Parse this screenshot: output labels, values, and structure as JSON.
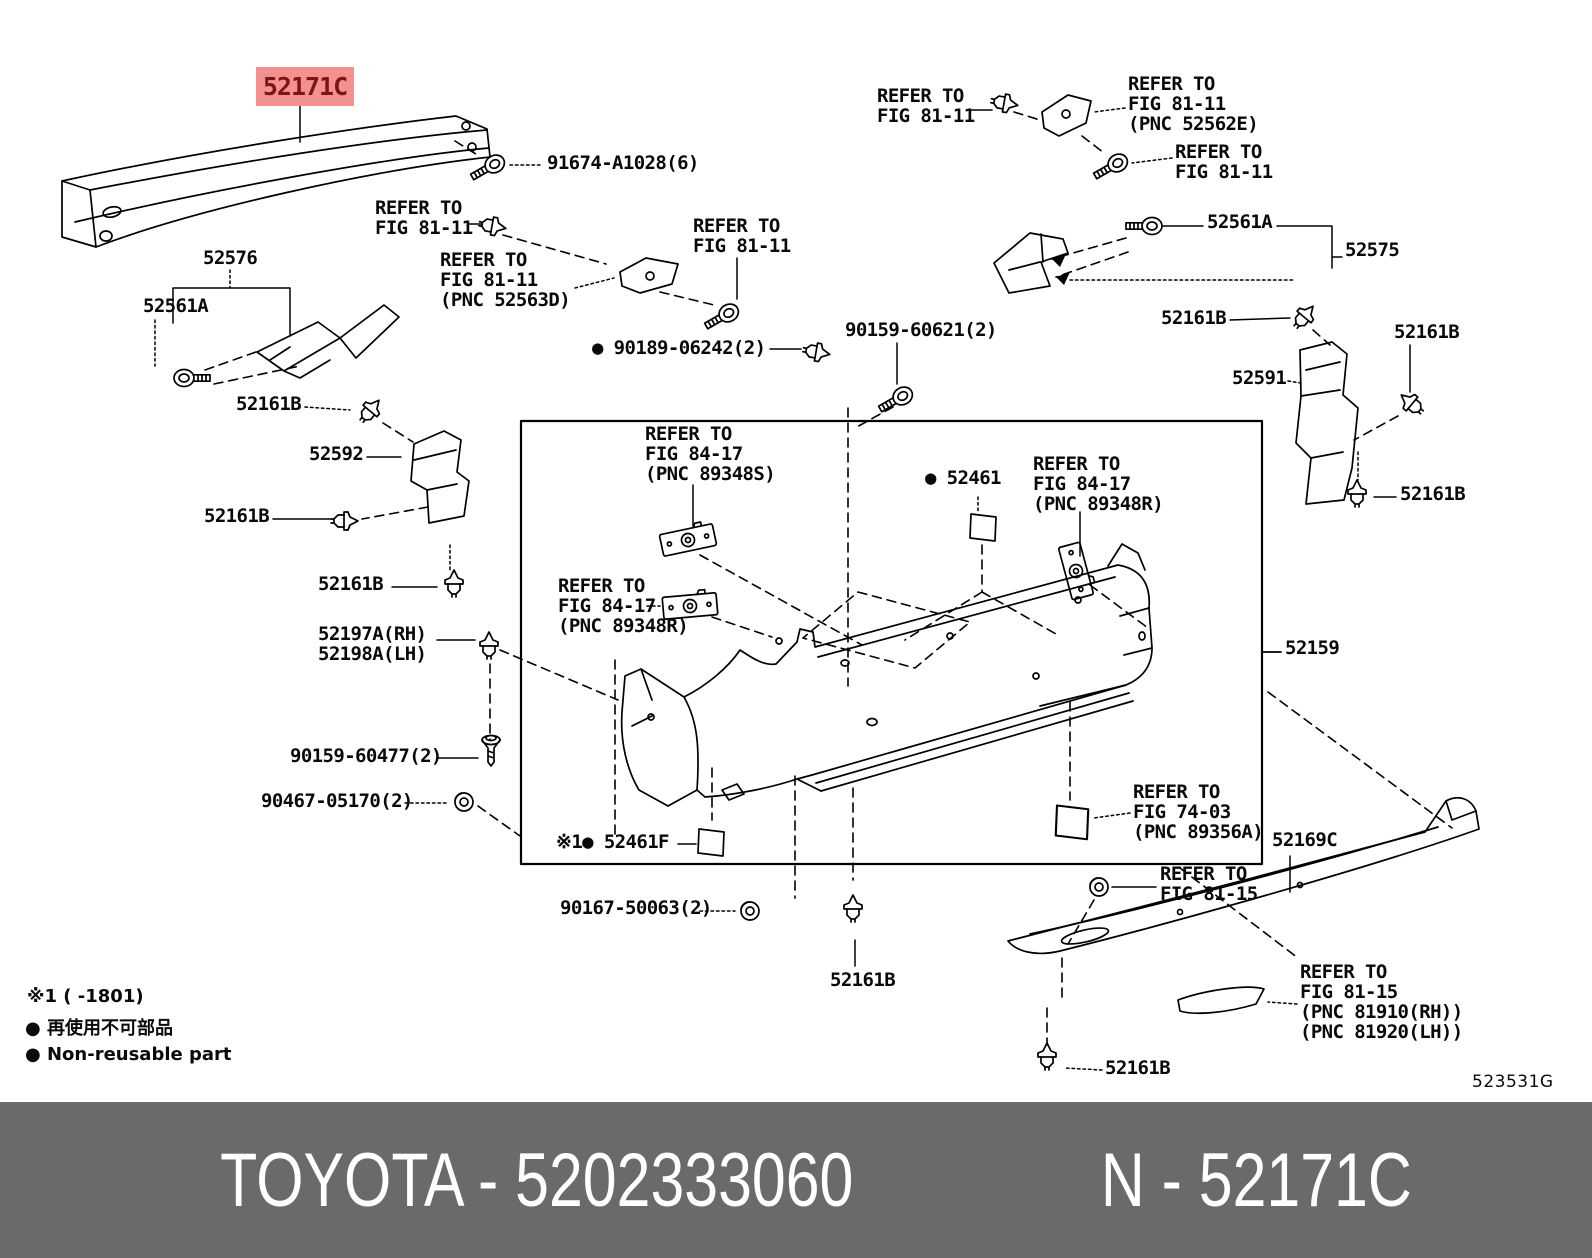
{
  "highlight": {
    "text": "52171C"
  },
  "labels": [
    {
      "id": "label-91674",
      "t": "91674-A1028(6)"
    },
    {
      "id": "refer-8111-a",
      "t": "REFER TO\nFIG 81-11"
    },
    {
      "id": "refer-8111-b",
      "t": "REFER TO\nFIG 81-11\n(PNC 52563D)"
    },
    {
      "id": "refer-8111-c",
      "t": "REFER TO\nFIG 81-11"
    },
    {
      "id": "refer-8111-d",
      "t": "REFER TO\nFIG 81-11"
    },
    {
      "id": "refer-8111-e",
      "t": "REFER TO\nFIG 81-11\n(PNC 52562E)"
    },
    {
      "id": "refer-8111-f",
      "t": "REFER TO\nFIG 81-11"
    },
    {
      "id": "label-52561a-r",
      "t": "52561A"
    },
    {
      "id": "label-52575",
      "t": "52575"
    },
    {
      "id": "label-52576",
      "t": "52576"
    },
    {
      "id": "label-52561a-l",
      "t": "52561A"
    },
    {
      "id": "label-52161b-1",
      "t": "52161B"
    },
    {
      "id": "label-52592",
      "t": "52592"
    },
    {
      "id": "label-52161b-2",
      "t": "52161B"
    },
    {
      "id": "label-52161b-3",
      "t": "52161B"
    },
    {
      "id": "label-90189",
      "t": "● 90189-06242(2)"
    },
    {
      "id": "label-90159-60621",
      "t": "90159-60621(2)"
    },
    {
      "id": "label-52161b-4",
      "t": "52161B"
    },
    {
      "id": "label-52161b-5",
      "t": "52161B"
    },
    {
      "id": "label-52591",
      "t": "52591"
    },
    {
      "id": "label-52161b-6",
      "t": "52161B"
    },
    {
      "id": "refer-8417-s",
      "t": "REFER TO\nFIG 84-17\n(PNC 89348S)"
    },
    {
      "id": "label-52461",
      "t": "● 52461"
    },
    {
      "id": "refer-8417-r1",
      "t": "REFER TO\nFIG 84-17\n(PNC 89348R)"
    },
    {
      "id": "refer-8417-r2",
      "t": "REFER TO\nFIG 84-17\n(PNC 89348R)"
    },
    {
      "id": "label-52159",
      "t": "52159"
    },
    {
      "id": "label-52197a",
      "t": "52197A(RH)\n52198A(LH)"
    },
    {
      "id": "label-90159-60477",
      "t": "90159-60477(2)"
    },
    {
      "id": "label-90467",
      "t": "90467-05170(2)"
    },
    {
      "id": "label-52461f",
      "t": "※1● 52461F"
    },
    {
      "id": "label-90167",
      "t": "90167-50063(2)"
    },
    {
      "id": "label-52161b-7",
      "t": "52161B"
    },
    {
      "id": "refer-7403",
      "t": "REFER TO\nFIG 74-03\n(PNC 89356A)"
    },
    {
      "id": "label-52169c",
      "t": "52169C"
    },
    {
      "id": "refer-8115-a",
      "t": "REFER TO\nFIG 81-15"
    },
    {
      "id": "refer-8115-b",
      "t": "REFER TO\nFIG 81-15\n(PNC 81910(RH))\n(PNC 81920(LH))"
    },
    {
      "id": "label-52161b-8",
      "t": "52161B"
    },
    {
      "id": "diagram-code",
      "t": "523531G"
    },
    {
      "id": "note-1",
      "t": "※1 (      -1801)"
    },
    {
      "id": "note-jp",
      "t": "● 再使用不可部品"
    },
    {
      "id": "note-en",
      "t": "● Non-reusable part"
    }
  ],
  "footer": {
    "left": "TOYOTA - 5202333060",
    "right": "N - 52171C"
  },
  "colors": {
    "highlight_bg": "#f2918d",
    "highlight_fg": "#7c1517",
    "banner_bg": "#6a6a6a",
    "banner_fg": "#ffffff",
    "line": "#000000"
  },
  "icons": [
    "flange-bolt-icon",
    "push-clip-icon",
    "screw-icon",
    "grommet-icon",
    "retainer-plate-icon",
    "pad-icon"
  ]
}
